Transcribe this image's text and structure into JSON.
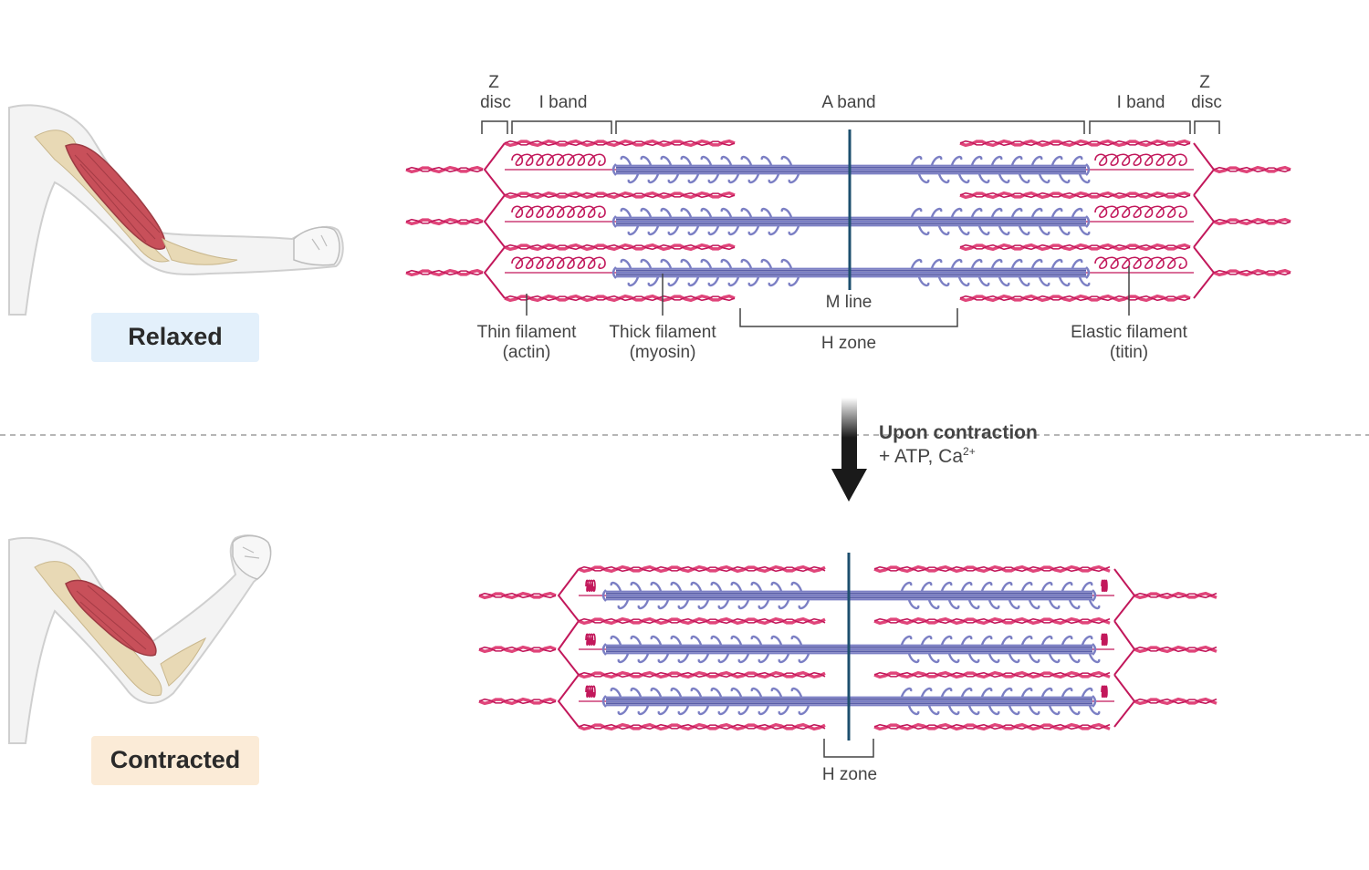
{
  "relaxed": {
    "badge": "Relaxed",
    "labels": {
      "z_disc_left": [
        "Z",
        "disc"
      ],
      "z_disc_right": [
        "Z",
        "disc"
      ],
      "i_band_left": "I band",
      "i_band_right": "I band",
      "a_band": "A band",
      "m_line": "M line",
      "h_zone": "H zone",
      "thin_filament": [
        "Thin filament",
        "(actin)"
      ],
      "thick_filament": [
        "Thick filament",
        "(myosin)"
      ],
      "elastic_filament": [
        "Elastic filament",
        "(titin)"
      ]
    }
  },
  "transition": {
    "title": "Upon contraction",
    "detail_prefix": "+ ATP, Ca",
    "detail_superscript": "2+"
  },
  "contracted": {
    "badge": "Contracted",
    "labels": {
      "h_zone": "H zone"
    }
  },
  "colors": {
    "actin": "#e0457a",
    "actin_dark": "#c2185b",
    "myosin": "#7b7fc4",
    "myosin_dark": "#5a5ea8",
    "z_line": "#c2185b",
    "m_line": "#1d4f6e",
    "relaxed_badge_bg": "#e3f0fb",
    "contracted_badge_bg": "#fbebd7",
    "muscle": "#c8505a",
    "arrow": "#1a1a1a"
  },
  "icons": {
    "relaxed_arm": "relaxed-arm-illustration",
    "contracted_arm": "flexed-arm-illustration",
    "arrow": "down-arrow-icon"
  }
}
